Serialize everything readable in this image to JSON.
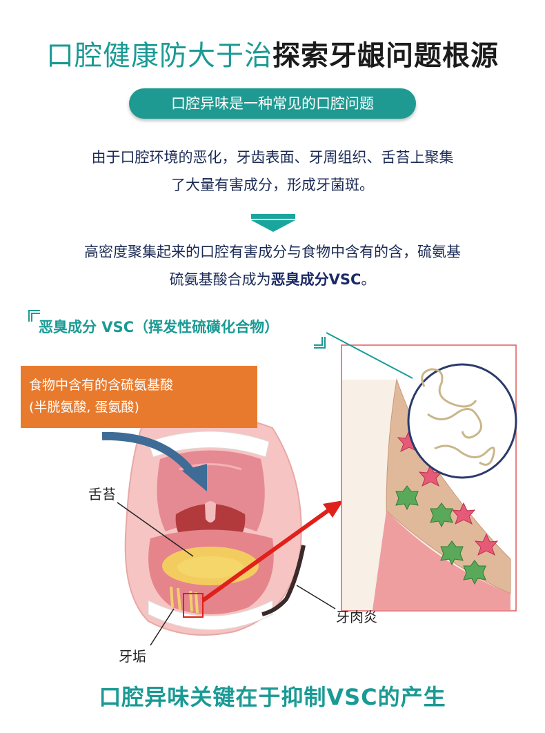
{
  "header": {
    "title_part1": "口腔健康防大于治",
    "title_part2": "探索牙龈问题根源",
    "subtitle": "口腔异味是一种常见的口腔问题"
  },
  "body": {
    "para1_line1": "由于口腔环境的恶化，牙齿表面、牙周组织、舌苔上聚集",
    "para1_line2": "了大量有害成分，形成牙菌斑。",
    "para2_line1": "高密度聚集起来的口腔有害成分与食物中含有的含，硫氨基",
    "para2_line2_prefix": "硫氨基酸合成为",
    "para2_line2_bold": "恶臭成分VSC",
    "para2_line2_suffix": "。"
  },
  "diagram": {
    "vsc_label": "恶臭成分 VSC（挥发性硫磺化合物）",
    "food_box_line1": "食物中含有的含硫氨基酸",
    "food_box_line2": "(半胱氨酸, 蛋氨酸)",
    "label_tongue_coating": "舌苔",
    "label_tartar": "牙垢",
    "label_gingivitis": "牙肉炎"
  },
  "footer": {
    "conclusion": "口腔异味关键在于抑制VSC的产生"
  },
  "colors": {
    "teal": "#1a9a94",
    "navy": "#1a2a55",
    "orange": "#e87a2e",
    "red": "#e0201a"
  }
}
